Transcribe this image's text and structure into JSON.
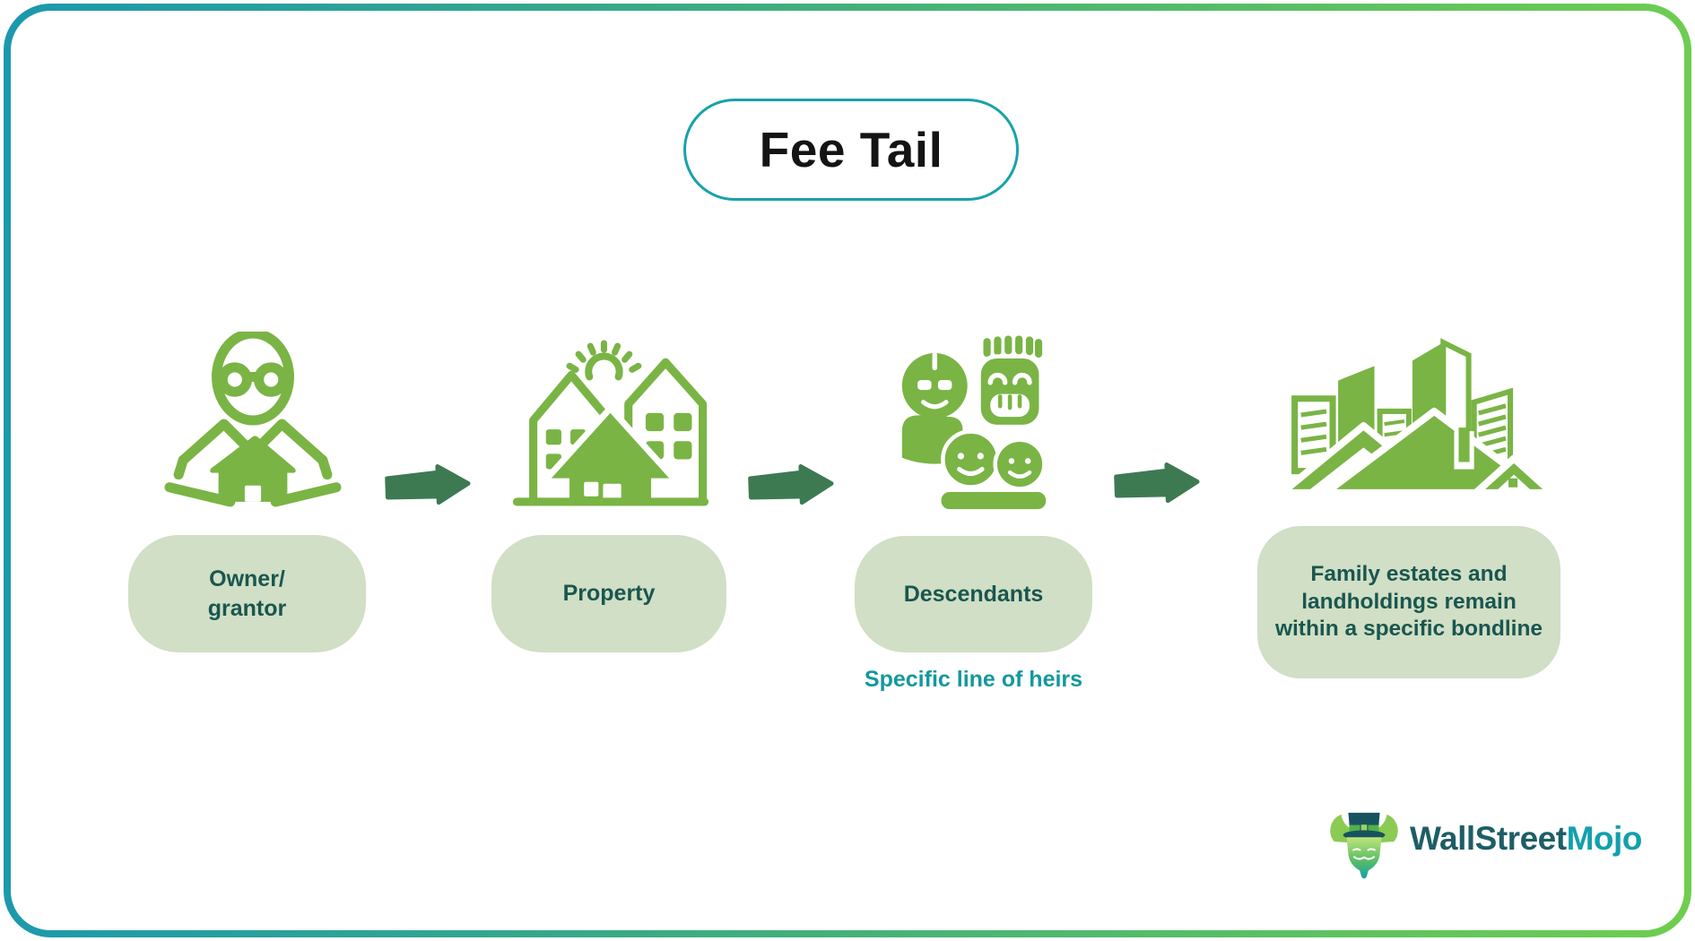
{
  "frame": {
    "gradient_start": "#1b98ae",
    "gradient_end": "#6fce4f"
  },
  "title": {
    "text": "Fee Tail",
    "border_color": "#18a2aa"
  },
  "flow": {
    "icon_color": "#7ab445",
    "arrow_color": "#3d7a52",
    "box_bg": "#d0dfc5",
    "box_text_color": "#1a564f",
    "caption_color": "#14989e",
    "steps": [
      {
        "icon": "person-holding-house-icon",
        "label": "Owner/\ngrantor"
      },
      {
        "icon": "houses-sun-icon",
        "label": "Property"
      },
      {
        "icon": "family-icon",
        "label": "Descendants",
        "caption": "Specific line of heirs"
      },
      {
        "icon": "city-estate-icon",
        "label": "Family estates and landholdings remain within a specific bondline"
      }
    ]
  },
  "logo": {
    "brand_part1": "WallStreet",
    "brand_part2": "Mojo",
    "part1_color": "#1d5e66",
    "part2_color": "#13a0ad"
  }
}
